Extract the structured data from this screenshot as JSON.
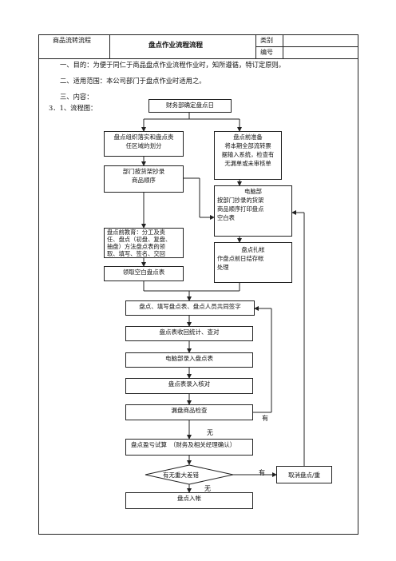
{
  "header": {
    "category": "商品流转流程",
    "title": "盘点作业流程流程",
    "type_label": "类别",
    "number_label": "编号"
  },
  "body": {
    "purpose": "一、目的：为便于同仁于商品盘点作业流程作业时，知所遵循，特订定原则。",
    "scope": "二、适用范围：本公司部门于盘点作业时适用之。",
    "content": "三、内容：",
    "flowchart_label": "3．1、流程图："
  },
  "flow": {
    "finance": "财务部确定盘点日",
    "organize": [
      "盘点组织落实和盘点责",
      "任区域的划分"
    ],
    "dept_list": [
      "部门按货架抄录",
      "商品顺序"
    ],
    "education": [
      "盘点前教育：分工及责",
      "任、盘点（初盘、复盘、",
      "抽盘）方法盘点表的领",
      "取、填写、签名、交回"
    ],
    "get_sheet": "领取空白盘点表",
    "prepare": [
      "盘点前准备",
      "将本期全部流转票",
      "据输入系统，检查有",
      "无漏单或未审核单"
    ],
    "computer": [
      "电脑部",
      "按部门抄录的货架",
      "商品顺序打印盘点",
      "空白表"
    ],
    "ledger": [
      "盘点扎帐",
      "作盘点前日结存帐",
      "处理"
    ],
    "fill_sign": "盘点、填写盘点表、盘点人员共同签字",
    "collect": "盘点表收回统计、查对",
    "enter": "电脑部录入盘点表",
    "verify": "盘点表录入核对",
    "missing_check": "漏盘商品检查",
    "trial": "盘点盈亏试算　（财务及相关经理确认）",
    "decision": "有无重大差错",
    "cancel": "取消盘点/重",
    "post": "盘点入帐",
    "yes1": "有",
    "no1": "无",
    "yes2": "有",
    "no2": "无"
  }
}
